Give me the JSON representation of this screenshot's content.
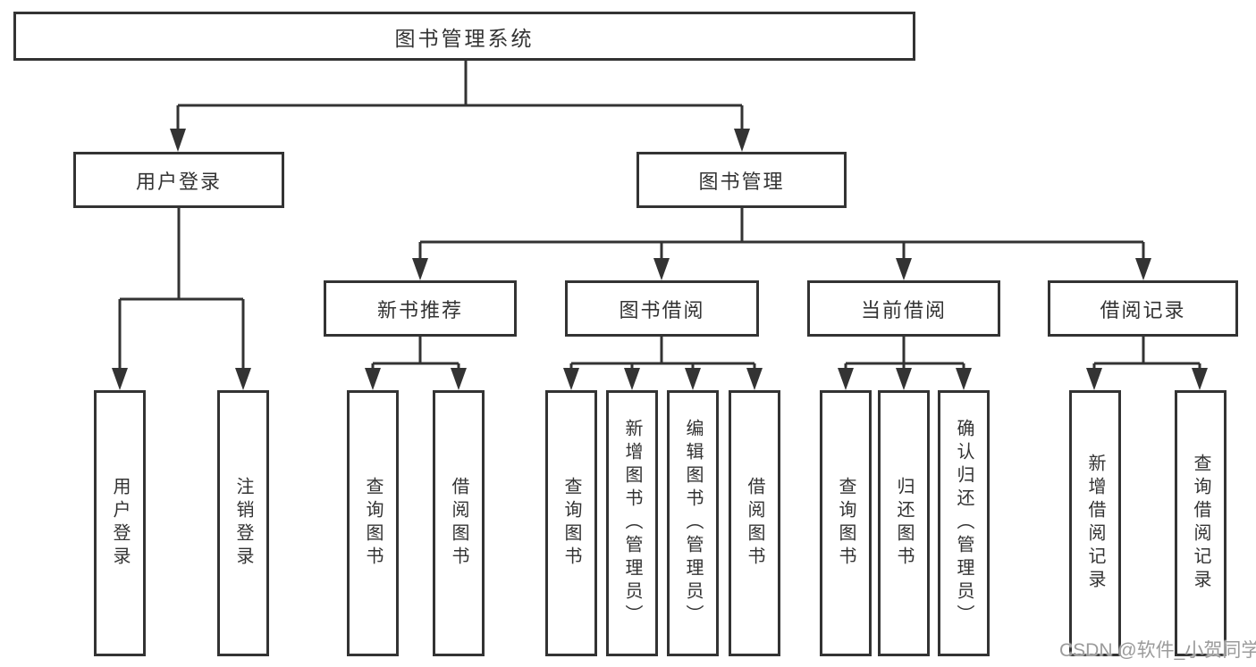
{
  "tree": {
    "root": {
      "label": "图书管理系统"
    },
    "branches": [
      {
        "label": "用户登录",
        "children": [
          {
            "label": "用户登录"
          },
          {
            "label": "注销登录"
          }
        ]
      },
      {
        "label": "图书管理",
        "sections": [
          {
            "label": "新书推荐",
            "children": [
              {
                "label": "查询图书"
              },
              {
                "label": "借阅图书"
              }
            ]
          },
          {
            "label": "图书借阅",
            "children": [
              {
                "label": "查询图书"
              },
              {
                "label": "新增图书（管理员）"
              },
              {
                "label": "编辑图书（管理员）"
              },
              {
                "label": "借阅图书"
              }
            ]
          },
          {
            "label": "当前借阅",
            "children": [
              {
                "label": "查询图书"
              },
              {
                "label": "归还图书"
              },
              {
                "label": "确认归还（管理员）"
              }
            ]
          },
          {
            "label": "借阅记录",
            "children": [
              {
                "label": "新增借阅记录"
              },
              {
                "label": "查询借阅记录"
              }
            ]
          }
        ]
      }
    ]
  },
  "colors": {
    "line": "#333333",
    "box_border": "#333333",
    "text": "#333333",
    "watermark": "#9b9b9b",
    "background": "#ffffff"
  },
  "watermark": {
    "text": "CSDN @软件_小贺同学"
  }
}
